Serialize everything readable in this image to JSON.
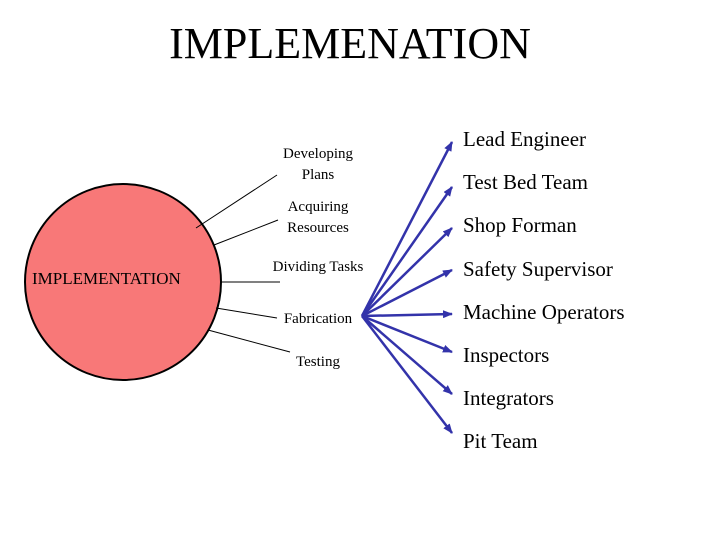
{
  "title": "IMPLEMENATION",
  "circle": {
    "label": "IMPLEMENTATION",
    "fill": "#f87878",
    "stroke": "#000000"
  },
  "tasks": [
    {
      "label": "Developing Plans"
    },
    {
      "label": "Acquiring Resources"
    },
    {
      "label": "Dividing Tasks"
    },
    {
      "label": "Fabrication"
    },
    {
      "label": "Testing"
    }
  ],
  "roles": [
    "Lead Engineer",
    "Test Bed Team",
    "Shop Forman",
    "Safety Supervisor",
    "Machine Operators",
    "Inspectors",
    "Integrators",
    "Pit Team"
  ],
  "arrow_color": "#3333aa"
}
